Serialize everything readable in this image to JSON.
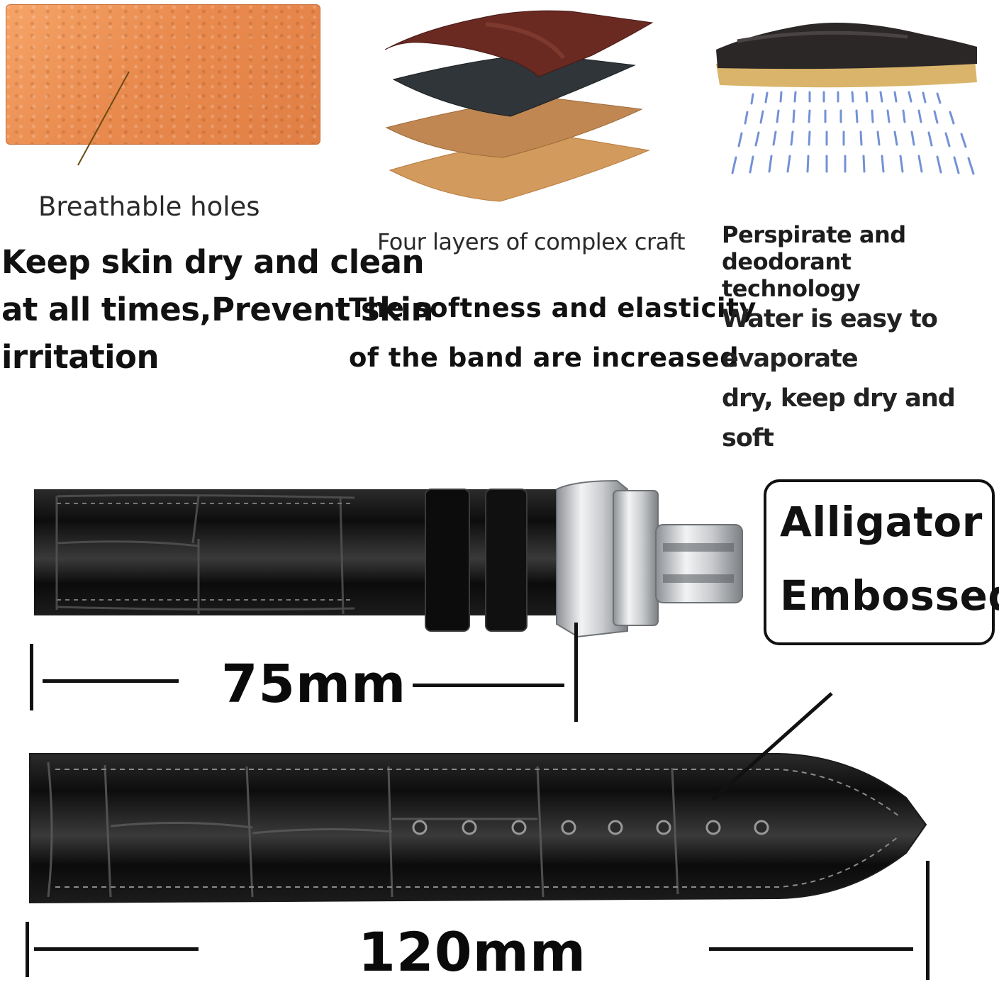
{
  "features": [
    {
      "caption": "Breathable holes",
      "headline_lines": [
        "Keep skin dry and clean",
        "at all times,Prevent skin",
        "irritation"
      ]
    },
    {
      "caption": "Four layers of complex craft",
      "headline_lines": [
        "The softness and elasticity",
        "of the band are increased"
      ]
    },
    {
      "caption_lines": [
        "Perspirate and deodorant",
        "technology"
      ],
      "headline_lines": [
        "Water is easy to evaporate",
        "dry, keep dry and soft"
      ]
    }
  ],
  "label": {
    "lines": [
      "Alligator",
      "Embossed"
    ]
  },
  "dimensions": {
    "short_strap": "75mm",
    "long_strap": "120mm"
  },
  "colors": {
    "leather_tan": "#e98a4e",
    "strap_black": "#0d0d0d",
    "buckle_silver": "#c8cacd",
    "vapor_blue": "#5b7fcf"
  },
  "icons": [
    "leather-swatch-image",
    "layers-image",
    "evaporation-image",
    "short-strap-image",
    "long-strap-image",
    "deployment-buckle-image"
  ]
}
